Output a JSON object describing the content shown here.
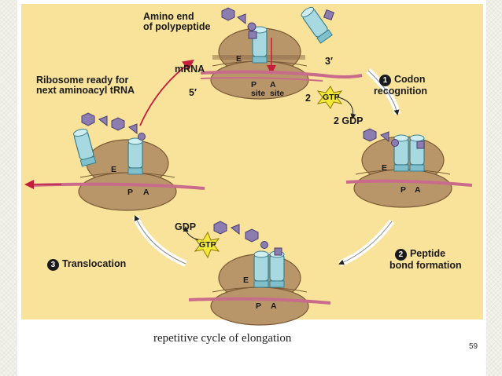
{
  "figure": {
    "labels": {
      "amino_end": "Amino end\nof polypeptide",
      "mrna": "mRNA",
      "three_prime": "3′",
      "five_prime": "5′",
      "ribosome_ready": "Ribosome ready for\nnext aminoacyl tRNA",
      "e_site": "E",
      "p_site": "P",
      "a_site": "A",
      "p_site_label": "P\nsite",
      "a_site_label": "A\nsite",
      "two": "2",
      "gtp": "GTP",
      "two_gdp": "2 GDP",
      "gdp": "GDP"
    },
    "steps": [
      {
        "number": "1",
        "label": "Codon\nrecognition"
      },
      {
        "number": "2",
        "label": "Peptide\nbond formation"
      },
      {
        "number": "3",
        "label": "Translocation"
      }
    ]
  },
  "caption": "repetitive cycle of elongation",
  "page_number": "59",
  "colors": {
    "panel": "#f9e39a",
    "ribosome": "#b9956a",
    "trna": "#a8d8e0",
    "mrna": "#c96b8a",
    "arrow_red": "#c41e3a",
    "gtp_star": "#f4e83a",
    "chain": "#8c7db0"
  }
}
